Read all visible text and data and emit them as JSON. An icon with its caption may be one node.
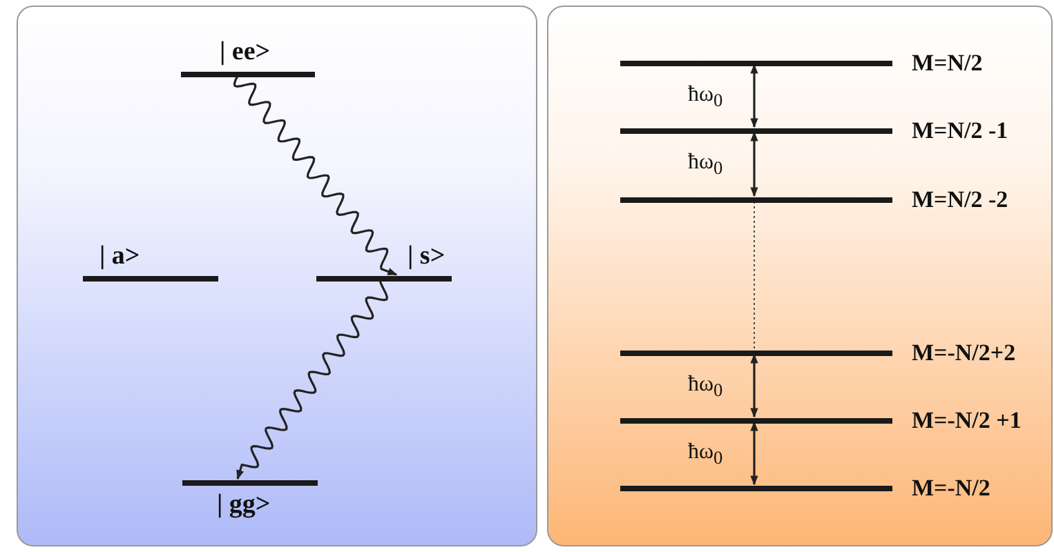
{
  "diagram": {
    "nodes": [
      {
        "text": [],
        "shape": "box"
      },
      {
        "text": [
          "| ee>"
        ],
        "in": 0
      },
      {
        "text": [
          "| a>"
        ],
        "in": 0
      },
      {
        "text": [
          "| s>"
        ],
        "in": 0
      },
      {
        "text": [
          "| gg>"
        ],
        "in": 0
      },
      {
        "text": [],
        "shape": "box"
      },
      {
        "text": [
          "M=N/2"
        ],
        "in": 5
      },
      {
        "text": [
          "M=N/2 -1"
        ],
        "in": 5
      },
      {
        "text": [
          "M=N/2 -2"
        ],
        "in": 5
      },
      {
        "text": [
          "M=-N/2+2"
        ],
        "in": 5
      },
      {
        "text": [
          "M=-N/2 +1"
        ],
        "in": 5
      },
      {
        "text": [
          "M=-N/2"
        ],
        "in": 5
      }
    ],
    "edges": [
      {
        "from": 1,
        "to": 3,
        "arrow": "to"
      },
      {
        "from": 3,
        "to": 4,
        "arrow": "to"
      },
      {
        "from": 6,
        "to": 7,
        "arrow": "both",
        "label": "ħω$_{0}$"
      },
      {
        "from": 7,
        "to": 8,
        "arrow": "both",
        "label": "ħω$_{0}$"
      },
      {
        "from": 8,
        "to": 9,
        "arrow": "none",
        "style": "dashed"
      },
      {
        "from": 9,
        "to": 10,
        "arrow": "both",
        "label": "ħω$_{0}$"
      },
      {
        "from": 10,
        "to": 11,
        "arrow": "both",
        "label": "ħω$_{0}$"
      }
    ]
  }
}
